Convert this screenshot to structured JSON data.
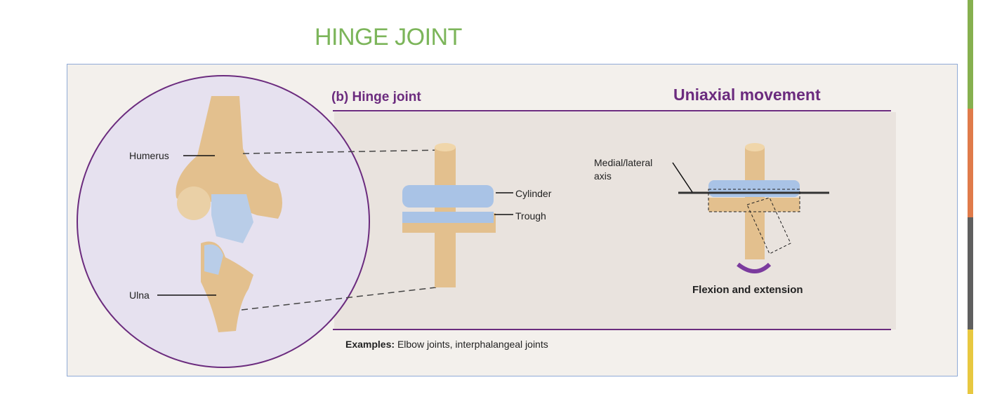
{
  "title": "HINGE JOINT",
  "diagram": {
    "subtitle": "(b) Hinge joint",
    "heading": "Uniaxial movement",
    "labels": {
      "humerus": "Humerus",
      "ulna": "Ulna",
      "cylinder": "Cylinder",
      "trough": "Trough",
      "axis": "Medial/lateral\naxis",
      "axis_line1": "Medial/lateral",
      "axis_line2": "axis",
      "motion": "Flexion and extension"
    },
    "examples_label": "Examples:",
    "examples_text": "Elbow joints, interphalangeal joints"
  },
  "side_bar_colors": [
    "#86b04f",
    "#e07b4a",
    "#5f5f5f",
    "#e8c840"
  ]
}
